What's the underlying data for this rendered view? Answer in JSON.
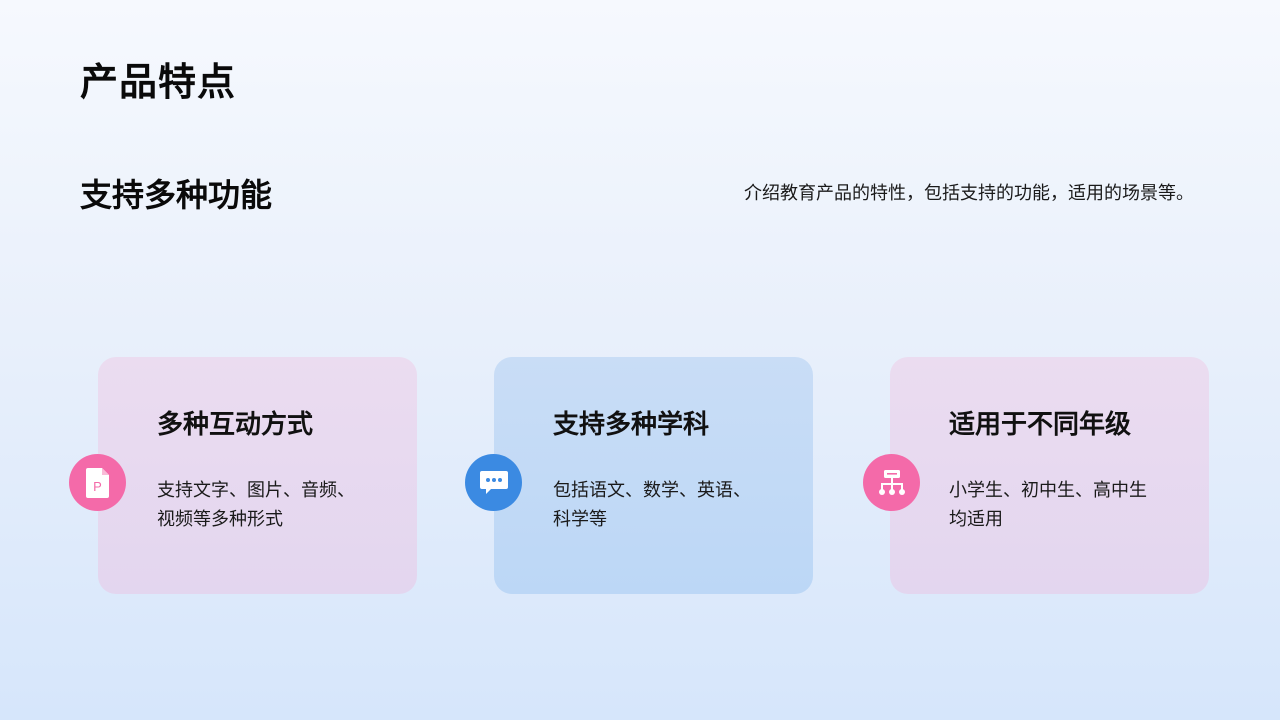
{
  "page": {
    "title": "产品特点"
  },
  "section": {
    "title": "支持多种功能",
    "description": "介绍教育产品的特性，包括支持的功能，适用的场景等。"
  },
  "cards": [
    {
      "title": "多种互动方式",
      "text": "支持文字、图片、音频、视频等多种形式",
      "icon": "document-p-icon",
      "color": "#f46aa9"
    },
    {
      "title": "支持多种学科",
      "text": "包括语文、数学、英语、科学等",
      "icon": "chat-bubble-icon",
      "color": "#3b8ae2"
    },
    {
      "title": "适用于不同年级",
      "text": "小学生、初中生、高中生均适用",
      "icon": "hierarchy-icon",
      "color": "#f46aa9"
    }
  ]
}
